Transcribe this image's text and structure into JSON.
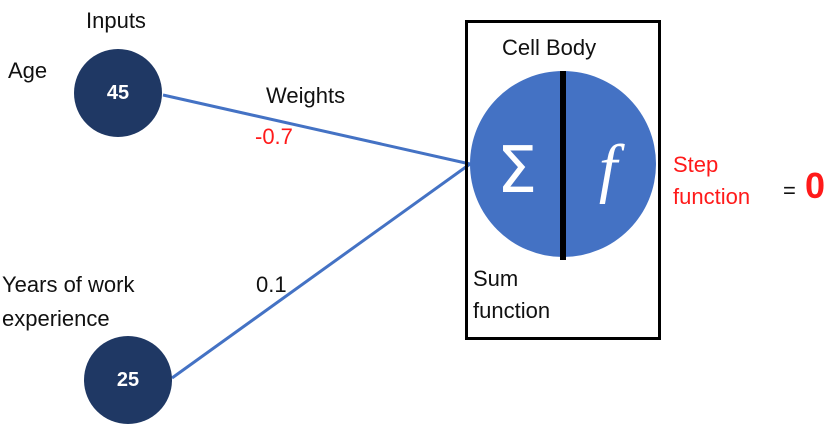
{
  "diagram": {
    "inputs_header": "Inputs",
    "weights_header": "Weights",
    "inputs": [
      {
        "label": "Age",
        "value": "45",
        "weight": "-0.7"
      },
      {
        "label_line1": "Years of work",
        "label_line2": "experience",
        "value": "25",
        "weight": "0.1"
      }
    ],
    "cell_body": {
      "title": "Cell Body",
      "sum_symbol": "Σ",
      "activation_symbol": "f",
      "sum_label_line1": "Sum",
      "sum_label_line2": "function"
    },
    "step": {
      "label_line1": "Step",
      "label_line2": "function",
      "equals": "=",
      "output": "0"
    },
    "colors": {
      "input_node": "#1f3864",
      "cell_circle": "#4472c4",
      "wire": "#4472c4",
      "highlight": "#ff1a1a",
      "box_border": "#000000"
    }
  }
}
